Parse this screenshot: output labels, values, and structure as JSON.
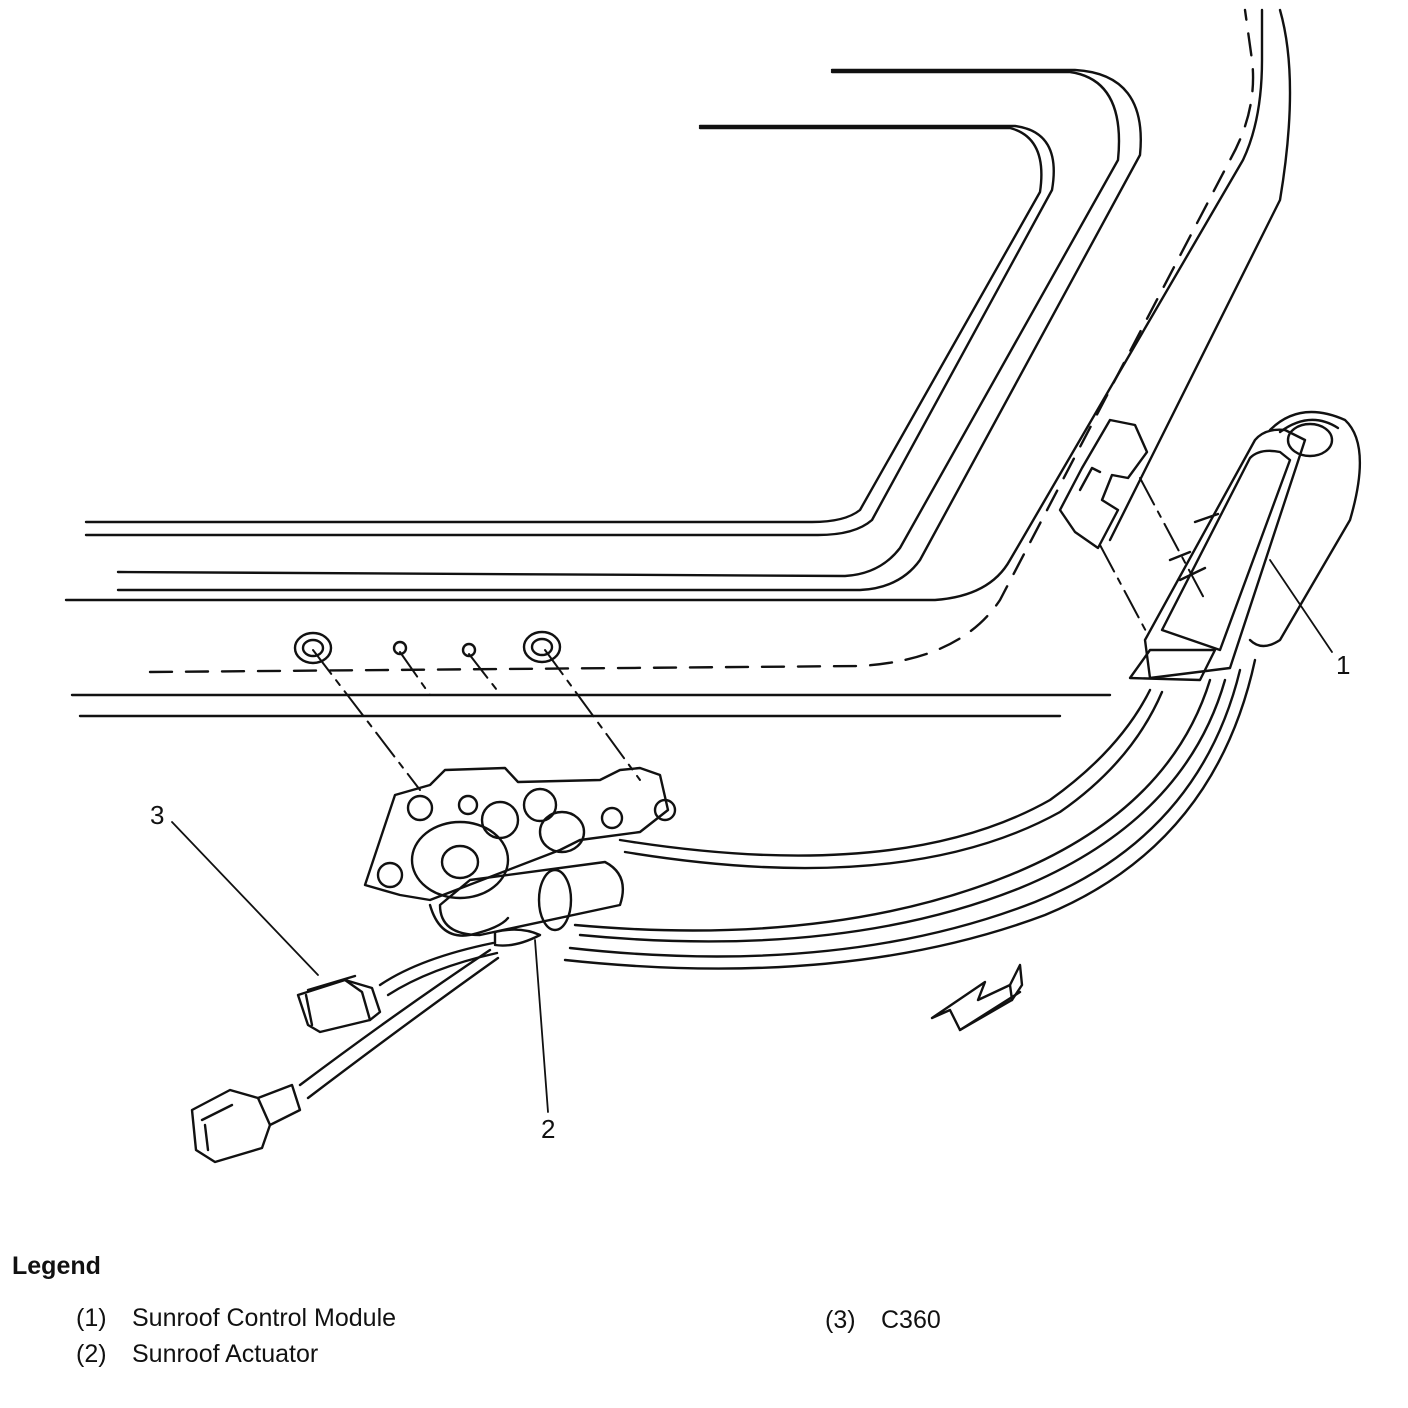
{
  "callouts": {
    "c1": "1",
    "c2": "2",
    "c3": "3"
  },
  "legend": {
    "title": "Legend",
    "items": [
      {
        "number": "(1)",
        "label": "Sunroof Control Module"
      },
      {
        "number": "(2)",
        "label": "Sunroof Actuator"
      },
      {
        "number": "(3)",
        "label": "C360"
      }
    ]
  },
  "colors": {
    "line": "#111111",
    "background": "#ffffff"
  }
}
